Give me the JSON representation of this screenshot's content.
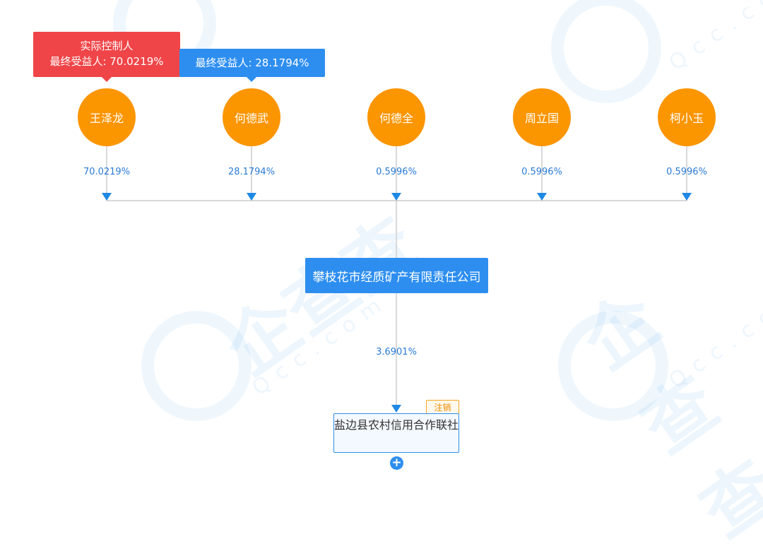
{
  "shareholders": [
    {
      "name": "王泽龙",
      "percent": "70.0219%"
    },
    {
      "name": "何德武",
      "percent": "28.1794%"
    },
    {
      "name": "何德全",
      "percent": "0.5996%"
    },
    {
      "name": "周立国",
      "percent": "0.5996%"
    },
    {
      "name": "柯小玉",
      "percent": "0.5996%"
    }
  ],
  "tags": {
    "controller_title": "实际控制人",
    "controller_benefit": "最终受益人: 70.0219%",
    "beneficiary": "最终受益人: 28.1794%"
  },
  "company": {
    "name": "攀枝花市经质矿产有限责任公司"
  },
  "investment": {
    "percent": "3.6901%",
    "target_name": "盐边县农村信用合作联社",
    "status_badge": "注销",
    "expand_icon": "plus-circle-icon"
  },
  "watermark": {
    "brand": "企查查",
    "domain": "Qcc.com"
  },
  "colors": {
    "person_node": "#fb9500",
    "company_node": "#2d8ef0",
    "controller_tag": "#ef4548",
    "line": "#d9d9d9",
    "percent_text": "#2a7bd6",
    "badge": "#f08c00"
  }
}
